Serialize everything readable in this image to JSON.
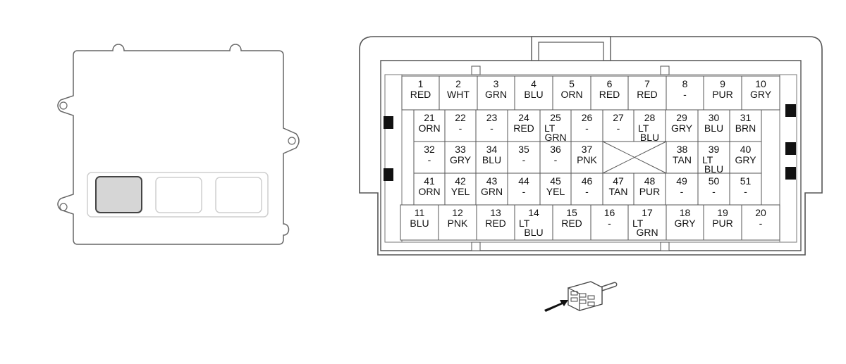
{
  "ecu": {
    "connectors": [
      "connector-a",
      "connector-b",
      "connector-c"
    ],
    "highlighted": "connector-a"
  },
  "connector": {
    "top_row": [
      {
        "num": "1",
        "lines": [
          "RED"
        ]
      },
      {
        "num": "2",
        "lines": [
          "WHT"
        ]
      },
      {
        "num": "3",
        "lines": [
          "GRN"
        ]
      },
      {
        "num": "4",
        "lines": [
          "BLU"
        ]
      },
      {
        "num": "5",
        "lines": [
          "ORN"
        ]
      },
      {
        "num": "6",
        "lines": [
          "RED"
        ]
      },
      {
        "num": "7",
        "lines": [
          "RED"
        ]
      },
      {
        "num": "8",
        "lines": [
          "-"
        ]
      },
      {
        "num": "9",
        "lines": [
          "PUR"
        ]
      },
      {
        "num": "10",
        "lines": [
          "GRY"
        ]
      }
    ],
    "row2": [
      {
        "num": "21",
        "lines": [
          "ORN"
        ]
      },
      {
        "num": "22",
        "lines": [
          "-"
        ]
      },
      {
        "num": "23",
        "lines": [
          "-"
        ]
      },
      {
        "num": "24",
        "lines": [
          "RED"
        ]
      },
      {
        "num": "25",
        "lines": [
          "LT",
          "GRN"
        ]
      },
      {
        "num": "26",
        "lines": [
          "-"
        ]
      },
      {
        "num": "27",
        "lines": [
          "-"
        ]
      },
      {
        "num": "28",
        "lines": [
          "LT",
          "BLU"
        ]
      },
      {
        "num": "29",
        "lines": [
          "GRY"
        ]
      },
      {
        "num": "30",
        "lines": [
          "BLU"
        ]
      },
      {
        "num": "31",
        "lines": [
          "BRN"
        ]
      }
    ],
    "row3": [
      {
        "num": "32",
        "lines": [
          "-"
        ]
      },
      {
        "num": "33",
        "lines": [
          "GRY"
        ]
      },
      {
        "num": "34",
        "lines": [
          "BLU"
        ]
      },
      {
        "num": "35",
        "lines": [
          "-"
        ]
      },
      {
        "num": "36",
        "lines": [
          "-"
        ]
      },
      {
        "num": "37",
        "lines": [
          "PNK"
        ]
      },
      {
        "num": "",
        "lines": [],
        "blocked": true
      },
      {
        "num": "38",
        "lines": [
          "TAN"
        ]
      },
      {
        "num": "39",
        "lines": [
          "LT",
          "BLU"
        ]
      },
      {
        "num": "40",
        "lines": [
          "GRY"
        ]
      }
    ],
    "row4": [
      {
        "num": "41",
        "lines": [
          "ORN"
        ]
      },
      {
        "num": "42",
        "lines": [
          "YEL"
        ]
      },
      {
        "num": "43",
        "lines": [
          "GRN"
        ]
      },
      {
        "num": "44",
        "lines": [
          "-"
        ]
      },
      {
        "num": "45",
        "lines": [
          "YEL"
        ]
      },
      {
        "num": "46",
        "lines": [
          "-"
        ]
      },
      {
        "num": "47",
        "lines": [
          "TAN"
        ]
      },
      {
        "num": "48",
        "lines": [
          "PUR"
        ]
      },
      {
        "num": "49",
        "lines": [
          "-"
        ]
      },
      {
        "num": "50",
        "lines": [
          "-"
        ]
      },
      {
        "num": "51",
        "lines": [
          "-"
        ]
      }
    ],
    "bottom_row": [
      {
        "num": "11",
        "lines": [
          "BLU"
        ]
      },
      {
        "num": "12",
        "lines": [
          "PNK"
        ]
      },
      {
        "num": "13",
        "lines": [
          "RED"
        ]
      },
      {
        "num": "14",
        "lines": [
          "LT",
          "BLU"
        ]
      },
      {
        "num": "15",
        "lines": [
          "RED"
        ]
      },
      {
        "num": "16",
        "lines": [
          "-"
        ]
      },
      {
        "num": "17",
        "lines": [
          "LT",
          "GRN"
        ]
      },
      {
        "num": "18",
        "lines": [
          "GRY"
        ]
      },
      {
        "num": "19",
        "lines": [
          "PUR"
        ]
      },
      {
        "num": "20",
        "lines": [
          "-"
        ]
      }
    ]
  },
  "colors": {
    "outline": "#555555",
    "light_outline": "#c8c8c8",
    "highlight_fill": "#d6d6d6",
    "latch_fill": "#111111"
  }
}
